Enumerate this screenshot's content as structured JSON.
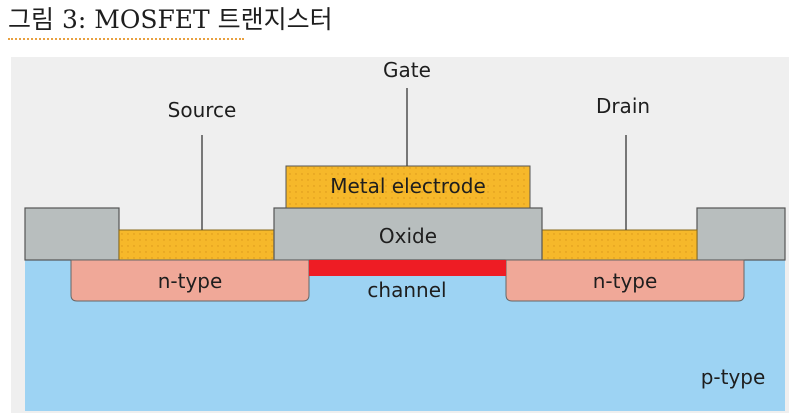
{
  "caption": "그림 3: MOSFET 트랜지스터",
  "labels": {
    "gate": "Gate",
    "source": "Source",
    "drain": "Drain",
    "metal": "Metal electrode",
    "oxide": "Oxide",
    "ntype_left": "n-type",
    "ntype_right": "n-type",
    "channel": "channel",
    "ptype": "p-type"
  },
  "colors": {
    "substrate": "#9dd3f3",
    "metal": "#f6b82a",
    "oxide": "#b8bebe",
    "ntype": "#f0a898",
    "channel": "#ee1c24",
    "leader": "#444444"
  }
}
